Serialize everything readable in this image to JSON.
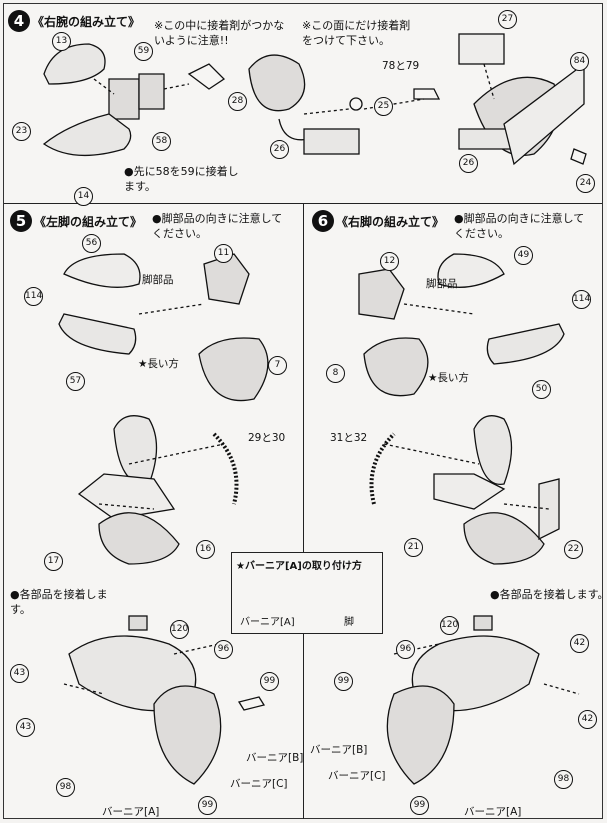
{
  "step4": {
    "number": "4",
    "title": "《右腕の組み立て》",
    "note_inside": "※この中に接着剤がつかないように注意!!",
    "note_face": "※この面にだけ接着剤をつけて下さい。",
    "note_glue": "●先に58を59に接着します。",
    "parts": [
      "13",
      "59",
      "28",
      "23",
      "58",
      "14",
      "25",
      "26",
      "27",
      "78と79",
      "84",
      "26",
      "24"
    ]
  },
  "step5": {
    "number": "5",
    "title": "《左脚の組み立て》",
    "note_direction": "●脚部品の向きに注意してください。",
    "label_leg": "脚部品",
    "label_long": "★長い方",
    "note_glue": "●各部品を接着します。",
    "parts": [
      "56",
      "11",
      "114",
      "57",
      "7",
      "29と30",
      "17",
      "16",
      "120",
      "96",
      "43",
      "99",
      "43",
      "98",
      "99"
    ],
    "thruster_a": "バーニア[A]",
    "thruster_b": "バーニア[B]",
    "thruster_c": "バーニア[C]"
  },
  "step6": {
    "number": "6",
    "title": "《右脚の組み立て》",
    "note_direction": "●脚部品の向きに注意してください。",
    "label_leg": "脚部品",
    "label_long": "★長い方",
    "note_glue": "●各部品を接着します。",
    "parts": [
      "12",
      "49",
      "114",
      "8",
      "50",
      "31と32",
      "21",
      "22",
      "120",
      "96",
      "42",
      "99",
      "42",
      "98",
      "99"
    ],
    "thruster_a": "バーニア[A]",
    "thruster_b": "バーニア[B]",
    "thruster_c": "バーニア[C]"
  },
  "callout": {
    "title": "★バーニア[A]の取り付け方",
    "label_thruster": "バーニア[A]",
    "label_leg": "脚"
  }
}
